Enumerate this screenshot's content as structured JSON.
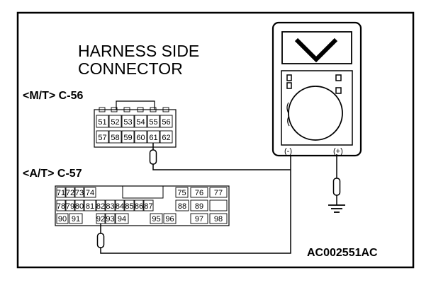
{
  "title_line1": "HARNESS SIDE",
  "title_line2": "CONNECTOR",
  "mt_label": "<M/T> C-56",
  "at_label": "<A/T> C-57",
  "figure_code": "AC002551AC",
  "meter_terminal_left": "(-)",
  "meter_terminal_right": "(+)",
  "c56_row1": [
    "51",
    "52",
    "53",
    "54",
    "55",
    "56"
  ],
  "c56_row2": [
    "57",
    "58",
    "59",
    "60",
    "61",
    "62"
  ],
  "c57_row1": [
    "71",
    "72",
    "73",
    "74",
    "75",
    "76",
    "77"
  ],
  "c57_row2": [
    "78",
    "79",
    "80",
    "81",
    "82",
    "83",
    "84",
    "85",
    "86",
    "87",
    "88",
    "89"
  ],
  "c57_row3": [
    "90",
    "91",
    "92",
    "93",
    "94",
    "95",
    "96",
    "97",
    "98"
  ]
}
